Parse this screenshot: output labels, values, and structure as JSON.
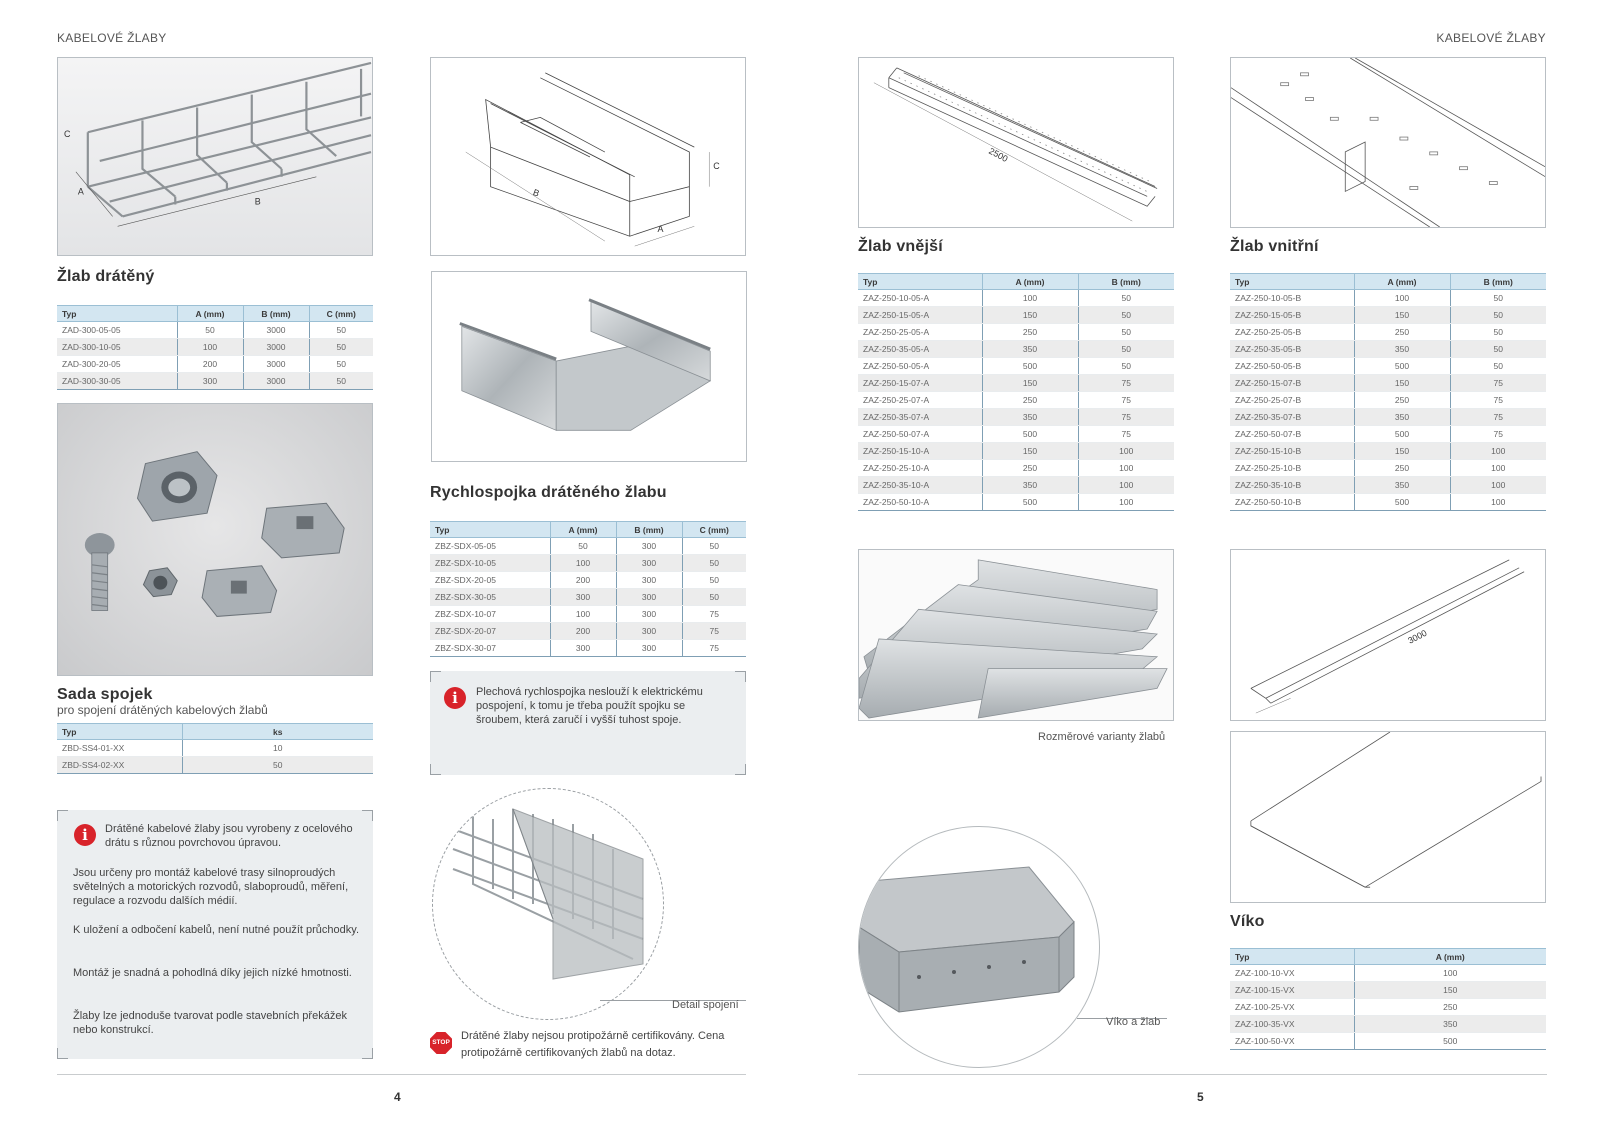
{
  "header": {
    "left": "KABELOVÉ ŽLABY",
    "right": "KABELOVÉ ŽLABY"
  },
  "wire_tray": {
    "photo_labels": {
      "a": "A",
      "b": "B",
      "c": "C"
    },
    "title": "Žlab drátěný",
    "columns": [
      "Typ",
      "A (mm)",
      "B (mm)",
      "C (mm)"
    ],
    "rows": [
      [
        "ZAD-300-05-05",
        "50",
        "3000",
        "50"
      ],
      [
        "ZAD-300-10-05",
        "100",
        "3000",
        "50"
      ],
      [
        "ZAD-300-20-05",
        "200",
        "3000",
        "50"
      ],
      [
        "ZAD-300-30-05",
        "300",
        "3000",
        "50"
      ]
    ]
  },
  "connector_set": {
    "title": "Sada spojek",
    "subtitle": "pro spojení drátěných kabelových žlabů",
    "columns": [
      "Typ",
      "ks"
    ],
    "rows": [
      [
        "ZBD-SS4-01-XX",
        "10"
      ],
      [
        "ZBD-SS4-02-XX",
        "50"
      ]
    ]
  },
  "info_box_left": {
    "icon": "info-icon",
    "paragraphs": [
      "Drátěné kabelové žlaby jsou vyrobeny z ocelového drátu s různou povrchovou úpravou.",
      "Jsou určeny pro montáž kabelové trasy silnoproudých světelných a motorických rozvodů, slaboproudů, měření, regulace a rozvodu dalších médií.",
      "K uložení a odbočení kabelů, není nutné použít průchodky.",
      "Montáž je snadná a pohodlná díky jejich nízké hmotnosti.",
      "Žlaby lze jednoduše tvarovat podle stavebních překážek nebo konstrukcí."
    ]
  },
  "quick_connector": {
    "drawing_labels": {
      "a": "A",
      "b": "B",
      "c": "C"
    },
    "title": "Rychlospojka drátěného žlabu",
    "columns": [
      "Typ",
      "A (mm)",
      "B (mm)",
      "C (mm)"
    ],
    "rows": [
      [
        "ZBZ-SDX-05-05",
        "50",
        "300",
        "50"
      ],
      [
        "ZBZ-SDX-10-05",
        "100",
        "300",
        "50"
      ],
      [
        "ZBZ-SDX-20-05",
        "200",
        "300",
        "50"
      ],
      [
        "ZBZ-SDX-30-05",
        "300",
        "300",
        "50"
      ],
      [
        "ZBZ-SDX-10-07",
        "100",
        "300",
        "75"
      ],
      [
        "ZBZ-SDX-20-07",
        "200",
        "300",
        "75"
      ],
      [
        "ZBZ-SDX-30-07",
        "300",
        "300",
        "75"
      ]
    ],
    "info_text": "Plechová rychlospojka neslouží k elektrickému pospojení, k tomu je třeba použít spojku se šroubem, která zaručí i vyšší tuhost spoje.",
    "detail_caption": "Detail spojení",
    "stop_label": "STOP",
    "stop_text": "Drátěné žlaby nejsou protipožárně certifikovány. Cena protipožárně certifikovaných žlabů na dotaz."
  },
  "outer_tray": {
    "drawing_label": "2500",
    "title": "Žlab vnější",
    "columns": [
      "Typ",
      "A (mm)",
      "B (mm)"
    ],
    "rows": [
      [
        "ZAZ-250-10-05-A",
        "100",
        "50"
      ],
      [
        "ZAZ-250-15-05-A",
        "150",
        "50"
      ],
      [
        "ZAZ-250-25-05-A",
        "250",
        "50"
      ],
      [
        "ZAZ-250-35-05-A",
        "350",
        "50"
      ],
      [
        "ZAZ-250-50-05-A",
        "500",
        "50"
      ],
      [
        "ZAZ-250-15-07-A",
        "150",
        "75"
      ],
      [
        "ZAZ-250-25-07-A",
        "250",
        "75"
      ],
      [
        "ZAZ-250-35-07-A",
        "350",
        "75"
      ],
      [
        "ZAZ-250-50-07-A",
        "500",
        "75"
      ],
      [
        "ZAZ-250-15-10-A",
        "150",
        "100"
      ],
      [
        "ZAZ-250-25-10-A",
        "250",
        "100"
      ],
      [
        "ZAZ-250-35-10-A",
        "350",
        "100"
      ],
      [
        "ZAZ-250-50-10-A",
        "500",
        "100"
      ]
    ],
    "variants_caption": "Rozměrové varianty žlabů",
    "cover_caption": "Víko a žlab"
  },
  "inner_tray": {
    "title": "Žlab vnitřní",
    "columns": [
      "Typ",
      "A (mm)",
      "B (mm)"
    ],
    "rows": [
      [
        "ZAZ-250-10-05-B",
        "100",
        "50"
      ],
      [
        "ZAZ-250-15-05-B",
        "150",
        "50"
      ],
      [
        "ZAZ-250-25-05-B",
        "250",
        "50"
      ],
      [
        "ZAZ-250-35-05-B",
        "350",
        "50"
      ],
      [
        "ZAZ-250-50-05-B",
        "500",
        "50"
      ],
      [
        "ZAZ-250-15-07-B",
        "150",
        "75"
      ],
      [
        "ZAZ-250-25-07-B",
        "250",
        "75"
      ],
      [
        "ZAZ-250-35-07-B",
        "350",
        "75"
      ],
      [
        "ZAZ-250-50-07-B",
        "500",
        "75"
      ],
      [
        "ZAZ-250-15-10-B",
        "150",
        "100"
      ],
      [
        "ZAZ-250-25-10-B",
        "250",
        "100"
      ],
      [
        "ZAZ-250-35-10-B",
        "350",
        "100"
      ],
      [
        "ZAZ-250-50-10-B",
        "500",
        "100"
      ]
    ]
  },
  "cover": {
    "drawing_label": "3000",
    "title": "Víko",
    "columns": [
      "Typ",
      "A (mm)"
    ],
    "rows": [
      [
        "ZAZ-100-10-VX",
        "100"
      ],
      [
        "ZAZ-100-15-VX",
        "150"
      ],
      [
        "ZAZ-100-25-VX",
        "250"
      ],
      [
        "ZAZ-100-35-VX",
        "350"
      ],
      [
        "ZAZ-100-50-VX",
        "500"
      ]
    ]
  },
  "footer": {
    "page_left": "4",
    "page_right": "5"
  }
}
